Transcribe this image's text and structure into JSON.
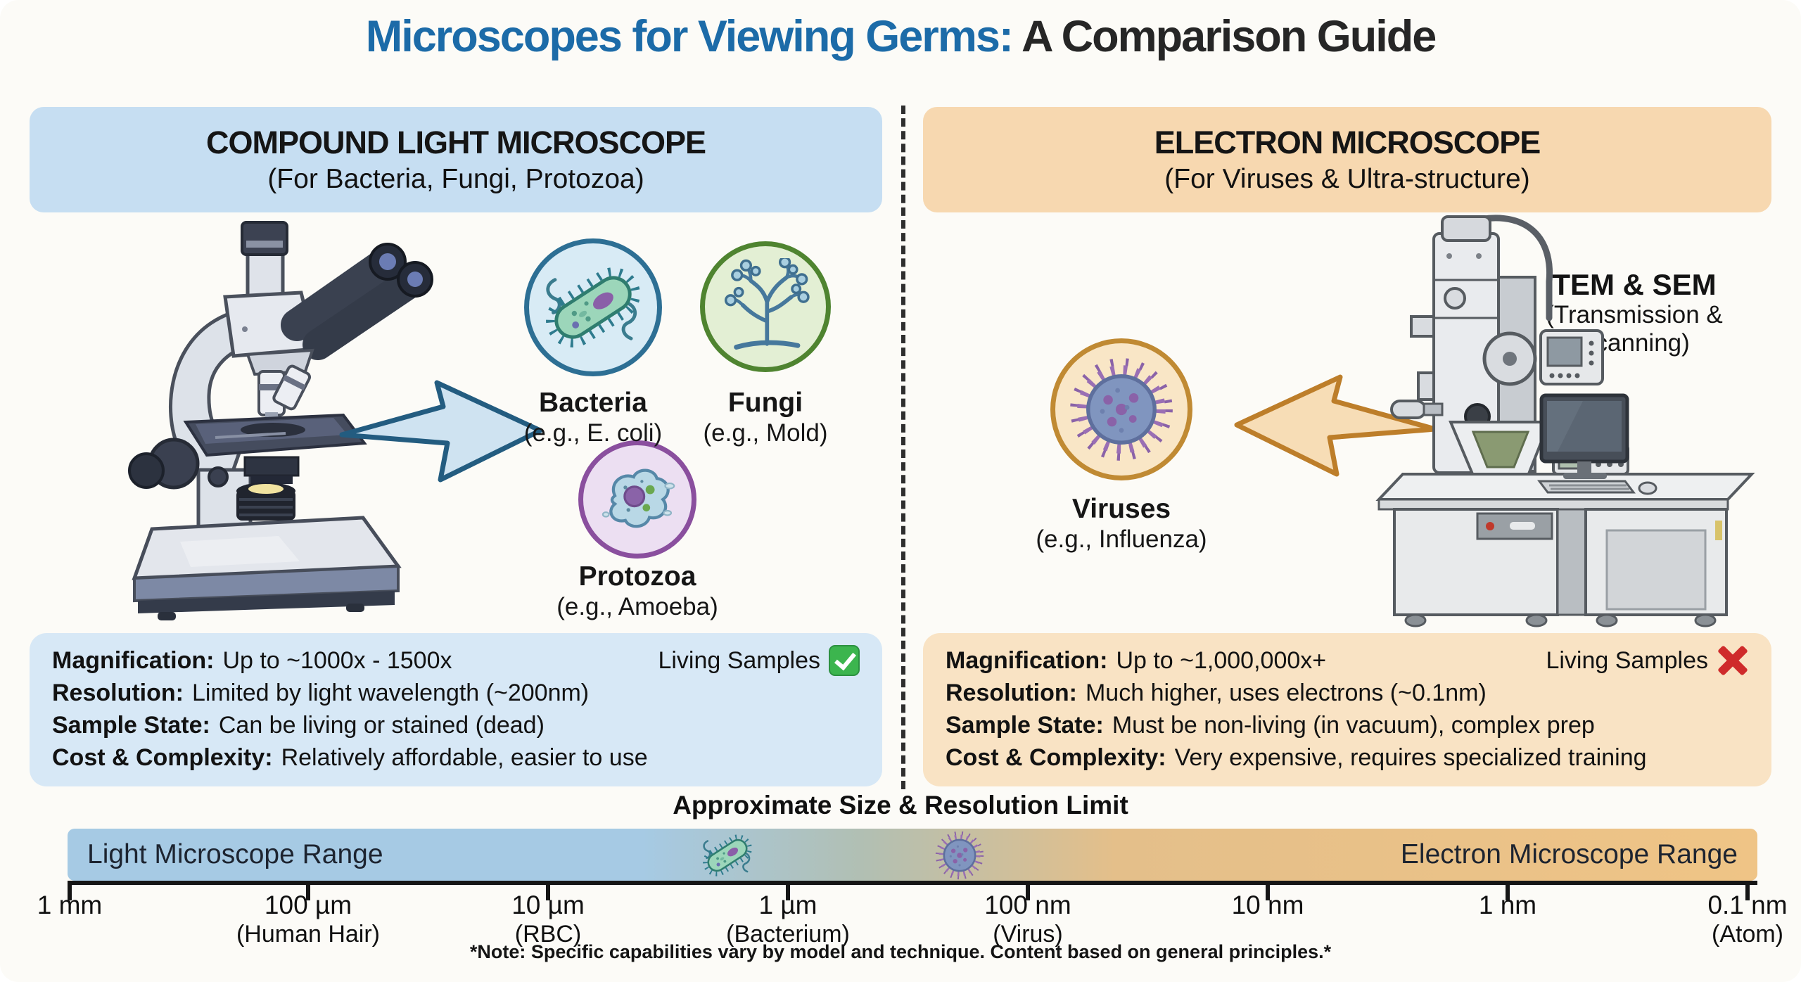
{
  "title": {
    "part1": "Microscopes for Viewing Germs:",
    "part2": " A Comparison Guide"
  },
  "left_panel": {
    "header": {
      "title": "COMPOUND LIGHT MICROSCOPE",
      "subtitle": "(For Bacteria, Fungi, Protozoa)"
    },
    "organisms": [
      {
        "name": "Bacteria",
        "example": "(e.g., E. coli)"
      },
      {
        "name": "Fungi",
        "example": "(e.g., Mold)"
      },
      {
        "name": "Protozoa",
        "example": "(e.g., Amoeba)"
      }
    ],
    "specs": [
      {
        "label": "Magnification:",
        "text": "Up to ~1000x - 1500x"
      },
      {
        "label": "Resolution:",
        "text": "Limited by light wavelength (~200nm)"
      },
      {
        "label": "Sample State:",
        "text": "Can be living or stained (dead)"
      },
      {
        "label": "Cost & Complexity:",
        "text": "Relatively affordable, easier to use"
      }
    ],
    "living_samples": {
      "label": "Living Samples",
      "status": "yes",
      "icon": "check-icon"
    }
  },
  "right_panel": {
    "header": {
      "title": "ELECTRON MICROSCOPE",
      "subtitle": "(For Viruses & Ultra-structure)"
    },
    "microscope_label": {
      "title": "TEM & SEM",
      "subtitle_line1": "(Transmission &",
      "subtitle_line2": "Scanning)"
    },
    "organisms": [
      {
        "name": "Viruses",
        "example": "(e.g., Influenza)"
      }
    ],
    "specs": [
      {
        "label": "Magnification:",
        "text": "Up to ~1,000,000x+"
      },
      {
        "label": "Resolution:",
        "text": "Much higher, uses electrons (~0.1nm)"
      },
      {
        "label": "Sample State:",
        "text": "Must be non-living (in vacuum), complex prep"
      },
      {
        "label": "Cost & Complexity:",
        "text": "Very expensive, requires specialized training"
      }
    ],
    "living_samples": {
      "label": "Living Samples",
      "status": "no",
      "icon": "cross-icon"
    }
  },
  "scale": {
    "title": "Approximate Size & Resolution Limit",
    "left_range_label": "Light Microscope Range",
    "right_range_label": "Electron Microscope Range",
    "ticks": [
      {
        "value": "1 mm",
        "sublabel": ""
      },
      {
        "value": "100 µm",
        "sublabel": "(Human Hair)"
      },
      {
        "value": "10 µm",
        "sublabel": "(RBC)"
      },
      {
        "value": "1 µm",
        "sublabel": "(Bacterium)"
      },
      {
        "value": "100 nm",
        "sublabel": "(Virus)"
      },
      {
        "value": "10 nm",
        "sublabel": ""
      },
      {
        "value": "1 nm",
        "sublabel": ""
      },
      {
        "value": "0.1 nm",
        "sublabel": "(Atom)"
      }
    ]
  },
  "note": "*Note: Specific capabilities vary by model and technique. Content based on general principles.*",
  "colors": {
    "title_blue": "#1c6ba8",
    "light_header_bg": "#c6def2",
    "light_spec_bg": "#d7e8f6",
    "em_header_bg": "#f7d8b0",
    "em_spec_bg": "#f9e3c4",
    "bacteria_border": "#2d6f94",
    "fungi_border": "#4f8430",
    "protozoa_border": "#8a4f9e",
    "virus_border": "#c08a33",
    "check_green": "#3cb54e",
    "cross_red": "#cf2b2b",
    "bar_blue": "#a6cae4",
    "bar_orange": "#efc486"
  }
}
